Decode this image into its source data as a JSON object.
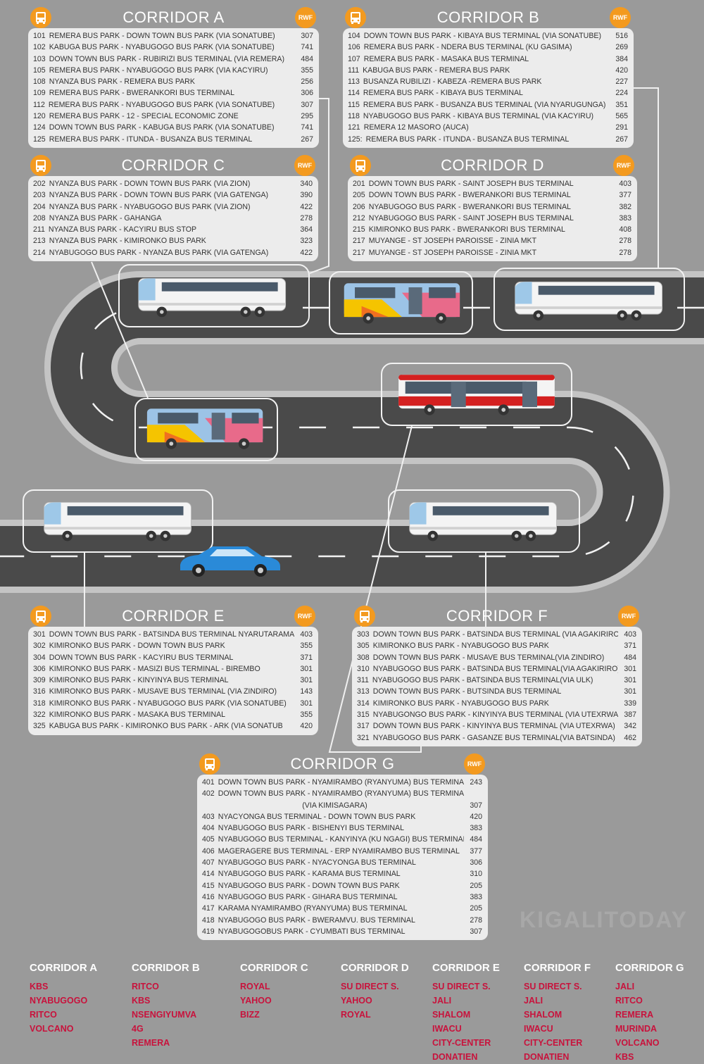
{
  "corridors": [
    {
      "id": "A",
      "title": "CORRIDOR A",
      "currency": "RWF",
      "routes": [
        {
          "code": "101",
          "route": "REMERA BUS PARK - DOWN TOWN BUS PARK (VIA SONATUBE)",
          "price": "307"
        },
        {
          "code": "102",
          "route": "KABUGA BUS PARK - NYABUGOGO BUS PARK (VIA SONATUBE)",
          "price": "741"
        },
        {
          "code": "103",
          "route": "DOWN TOWN BUS PARK - RUBIRIZI BUS TERMINAL (VIA REMERA)",
          "price": "484"
        },
        {
          "code": "105",
          "route": "REMERA BUS PARK - NYABUGOGO BUS PARK (VIA KACYIRU)",
          "price": "355"
        },
        {
          "code": "108",
          "route": "NYANZA BUS PARK - REMERA BUS PARK",
          "price": "256"
        },
        {
          "code": "109",
          "route": "REMERA BUS PARK - BWERANKORI BUS TERMINAL",
          "price": "306"
        },
        {
          "code": "112",
          "route": "REMERA BUS PARK - NYABUGOGO BUS PARK (VIA SONATUBE)",
          "price": "307"
        },
        {
          "code": "120",
          "route": "REMERA BUS PARK - 12 - SPECIAL ECONOMIC ZONE",
          "price": "295"
        },
        {
          "code": "124",
          "route": "DOWN TOWN BUS PARK - KABUGA BUS PARK (VIA SONATUBE)",
          "price": "741"
        },
        {
          "code": "125",
          "route": "REMERA BUS PARK - ITUNDA - BUSANZA BUS TERMINAL",
          "price": "267"
        }
      ]
    },
    {
      "id": "B",
      "title": "CORRIDOR B",
      "currency": "RWF",
      "routes": [
        {
          "code": "104",
          "route": "DOWN TOWN BUS PARK - KIBAYA BUS TERMINAL (VIA SONATUBE)",
          "price": "516"
        },
        {
          "code": "106",
          "route": "REMERA BUS PARK - NDERA BUS TERMINAL (KU GASIMA)",
          "price": "269"
        },
        {
          "code": "107",
          "route": "REMERA BUS PARK - MASAKA BUS TERMINAL",
          "price": "384"
        },
        {
          "code": "111",
          "route": "KABUGA BUS PARK - REMERA BUS PARK",
          "price": "420"
        },
        {
          "code": "113",
          "route": "BUSANZA RUBILIZI - KABEZA -REMERA BUS PARK",
          "price": "227"
        },
        {
          "code": "114",
          "route": "REMERA BUS PARK - KIBAYA BUS TERMINAL",
          "price": "224"
        },
        {
          "code": "115",
          "route": "REMERA BUS PARK - BUSANZA BUS TERMINAL (VIA NYARUGUNGA)",
          "price": "351"
        },
        {
          "code": "118",
          "route": "NYABUGOGO BUS PARK - KIBAYA BUS TERMINAL (VIA KACYIRU)",
          "price": "565"
        },
        {
          "code": "121",
          "route": "REMERA 12 MASORO (AUCA)",
          "price": "291"
        },
        {
          "code": "125:",
          "route": "REMERA BUS PARK - ITUNDA - BUSANZA BUS TERMINAL",
          "price": "267"
        }
      ]
    },
    {
      "id": "C",
      "title": "CORRIDOR C",
      "currency": "RWF",
      "routes": [
        {
          "code": "202",
          "route": "NYANZA BUS PARK - DOWN TOWN BUS PARK (VIA ZION)",
          "price": "340"
        },
        {
          "code": "203",
          "route": "NYANZA BUS PARK - DOWN TOWN BUS PARK (VIA GATENGA)",
          "price": "390"
        },
        {
          "code": "204",
          "route": "NYANZA BUS PARK - NYABUGOGO BUS PARK (VIA ZION)",
          "price": "422"
        },
        {
          "code": "208",
          "route": "NYANZA BUS PARK - GAHANGA",
          "price": "278"
        },
        {
          "code": "211",
          "route": "NYANZA BUS PARK - KACYIRU BUS STOP",
          "price": "364"
        },
        {
          "code": "213",
          "route": "NYANZA BUS PARK - KIMIRONKO BUS PARK",
          "price": "323"
        },
        {
          "code": "214",
          "route": "NYABUGOGO BUS PARK - NYANZA BUS PARK (VIA GATENGA)",
          "price": "422"
        }
      ]
    },
    {
      "id": "D",
      "title": "CORRIDOR D",
      "currency": "RWF",
      "routes": [
        {
          "code": "201",
          "route": "DOWN TOWN BUS PARK - SAINT JOSEPH BUS TERMINAL",
          "price": "403"
        },
        {
          "code": "205",
          "route": "DOWN TOWN BUS PARK - BWERANKORI BUS TERMINAL",
          "price": "377"
        },
        {
          "code": "206",
          "route": "NYABUGOGO BUS PARK - BWERANKORI BUS TERMINAL",
          "price": "382"
        },
        {
          "code": "212",
          "route": "NYABUGOGO BUS PARK - SAINT JOSEPH BUS TERMINAL",
          "price": "383"
        },
        {
          "code": "215",
          "route": "KIMIRONKO BUS PARK - BWERANKORI BUS TERMINAL",
          "price": "408"
        },
        {
          "code": "217",
          "route": "MUYANGE - ST JOSEPH PAROISSE - ZINIA MKT",
          "price": "278"
        },
        {
          "code": "217",
          "route": "MUYANGE - ST JOSEPH PAROISSE - ZINIA MKT",
          "price": "278"
        }
      ]
    },
    {
      "id": "E",
      "title": "CORRIDOR E",
      "currency": "RWF",
      "routes": [
        {
          "code": "301",
          "route": "DOWN TOWN BUS PARK - BATSINDA BUS TERMINAL NYARUTARAMA",
          "price": "403"
        },
        {
          "code": "302",
          "route": "KIMIRONKO BUS PARK - DOWN TOWN BUS PARK",
          "price": "355"
        },
        {
          "code": "304",
          "route": "DOWN TOWN BUS PARK - KACYIRU BUS TERMINAL",
          "price": "371"
        },
        {
          "code": "306",
          "route": "KIMIRONKO BUS PARK - MASIZI BUS TERMINAL - BIREMBO",
          "price": "301"
        },
        {
          "code": "309",
          "route": "KIMIRONKO BUS PARK - KINYINYA BUS TERMINAL",
          "price": "301"
        },
        {
          "code": "316",
          "route": "KIMIRONKO BUS PARK - MUSAVE BUS TERMINAL (VIA ZINDIRO)",
          "price": "143"
        },
        {
          "code": "318",
          "route": "KIMIRONKO BUS PARK - NYABUGOGO BUS PARK (VIA SONATUBE)",
          "price": "301"
        },
        {
          "code": "322",
          "route": "KIMIRONKO BUS PARK - MASAKA BUS TERMINAL",
          "price": "355"
        },
        {
          "code": "325",
          "route": "KABUGA BUS PARK - KIMIRONKO BUS PARK - ARK (VIA SONATUB",
          "price": "420"
        }
      ]
    },
    {
      "id": "F",
      "title": "CORRIDOR F",
      "currency": "RWF",
      "routes": [
        {
          "code": "303",
          "route": "DOWN TOWN BUS PARK - BATSINDA BUS TERMINAL (VIA AGAKIRIRO",
          "price": "403"
        },
        {
          "code": "305",
          "route": "KIMIRONKO BUS PARK - NYABUGOGO BUS PARK",
          "price": "371"
        },
        {
          "code": "308",
          "route": "DOWN TOWN BUS PARK - MUSAVE BUS TERMINAL(VIA ZINDIRO)",
          "price": "484"
        },
        {
          "code": "310",
          "route": "NYABUGOGO BUS PARK - BATSINDA BUS TERMINAL(VIA AGAKIRIRO)",
          "price": "301"
        },
        {
          "code": "311",
          "route": "NYABUGOGO BUS PARK - BATSINDA BUS TERMINAL(VIA ULK)",
          "price": "301"
        },
        {
          "code": "313",
          "route": "DOWN TOWN BUS PARK - BUTSINDA BUS TERMINAL",
          "price": "301"
        },
        {
          "code": "314",
          "route": "KIMIRONKO BUS PARK - NYABUGOGO BUS PARK",
          "price": "339"
        },
        {
          "code": "315",
          "route": "NYABUGONGO BUS PARK - KINYINYA BUS TERMINAL (VIA UTEXRWA)",
          "price": "387"
        },
        {
          "code": "317",
          "route": "DOWN TOWN BUS PARK - KINYINYA BUS TERMINAL (VIA UTEXRWA)",
          "price": "342"
        },
        {
          "code": "321",
          "route": "NYABUGOGO BUS PARK - GASANZE BUS TERMINAL(VIA BATSINDA)",
          "price": "462"
        }
      ]
    },
    {
      "id": "G",
      "title": "CORRIDOR G",
      "currency": "RWF",
      "routes": [
        {
          "code": "401",
          "route": "DOWN TOWN BUS PARK - NYAMIRAMBO (RYANYUMA) BUS TERMINAL",
          "price": "243"
        },
        {
          "code": "402",
          "route": "DOWN TOWN BUS PARK - NYAMIRAMBO (RYANYUMA) BUS TERMINAL",
          "price": ""
        },
        {
          "code": "",
          "route": "(VIA KIMISAGARA)",
          "price": "307",
          "cont": true
        },
        {
          "code": "403",
          "route": "NYACYONGA BUS TERMINAL - DOWN TOWN BUS PARK",
          "price": "420"
        },
        {
          "code": "404",
          "route": "NYABUGOGO BUS PARK - BISHENYI BUS TERMINAL",
          "price": "383"
        },
        {
          "code": "405",
          "route": "NYABUGOGO BUS TERMINAL - KANYINYA (KU NGAGI) BUS TERMINAL",
          "price": "484"
        },
        {
          "code": "406",
          "route": "MAGERAGERE BUS TERMINAL - ERP NYAMIRAMBO BUS TERMINAL",
          "price": "377"
        },
        {
          "code": "407",
          "route": "NYABUGOGO BUS PARK - NYACYONGA BUS TERMINAL",
          "price": "306"
        },
        {
          "code": "414",
          "route": "NYABUGOGO BUS PARK - KARAMA BUS TERMINAL",
          "price": "310"
        },
        {
          "code": "415",
          "route": "NYABUGOGO BUS PARK - DOWN TOWN BUS PARK",
          "price": "205"
        },
        {
          "code": "416",
          "route": "NYABUGOGO BUS PARK - GIHARA BUS TERMINAL",
          "price": "383"
        },
        {
          "code": "417",
          "route": "KARAMA NYAMIRAMBO (RYANYUMA) BUS TERMINAL",
          "price": "205"
        },
        {
          "code": "418",
          "route": "NYABUGOGO BUS PARK - BWERAMVU. BUS TERMINAL",
          "price": "278"
        },
        {
          "code": "419",
          "route": "NYABUGOGOBUS PARK - CYUMBATI BUS TERMINAL",
          "price": "307"
        }
      ]
    }
  ],
  "operators": [
    {
      "title": "CORRIDOR A",
      "items": [
        "KBS",
        "NYABUGOGO",
        "RITCO",
        "VOLCANO"
      ]
    },
    {
      "title": "CORRIDOR B",
      "items": [
        "RITCO",
        "KBS",
        "NSENGIYUMVA",
        "4G",
        "REMERA"
      ]
    },
    {
      "title": "CORRIDOR C",
      "items": [
        "ROYAL",
        "YAHOO",
        "BIZZ"
      ]
    },
    {
      "title": "CORRIDOR D",
      "items": [
        "SU DIRECT S.",
        "YAHOO",
        "ROYAL"
      ]
    },
    {
      "title": "CORRIDOR E",
      "items": [
        "SU DIRECT S.",
        "JALI",
        "SHALOM",
        "IWACU",
        "CITY-CENTER",
        "DONATIEN"
      ]
    },
    {
      "title": "CORRIDOR F",
      "items": [
        "SU DIRECT S.",
        "JALI",
        "SHALOM",
        "IWACU",
        "CITY-CENTER",
        "DONATIEN"
      ]
    },
    {
      "title": "CORRIDOR G",
      "items": [
        "JALI",
        "RITCO",
        "REMERA",
        "MURINDA",
        "VOLCANO",
        "KBS"
      ]
    }
  ],
  "watermark": "KIGALITODAY",
  "colors": {
    "accent": "#f39a1f",
    "operator_text": "#c8123c",
    "road": "#4a4a4a",
    "background": "#9a9a9a"
  }
}
